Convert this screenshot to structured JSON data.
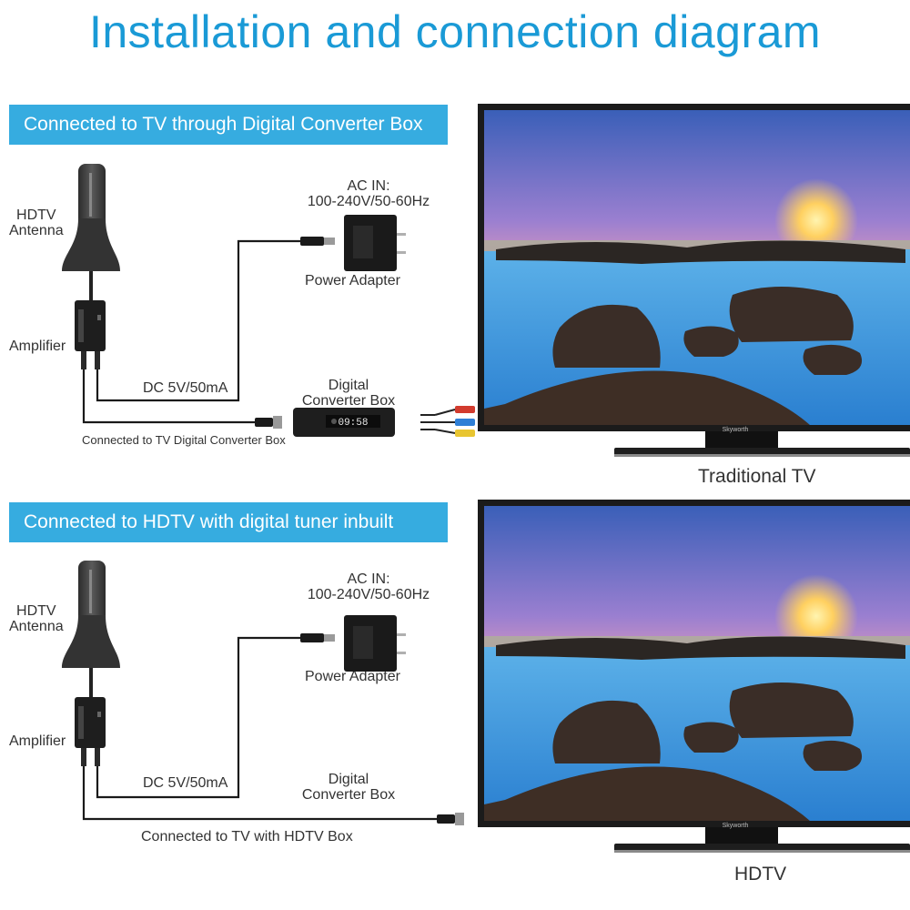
{
  "title": "Installation and connection diagram",
  "colors": {
    "title": "#1a9ad6",
    "band": "#36ace0",
    "screen_frame": "#1b1b1b"
  },
  "sections": [
    {
      "header": "Connected to TV through Digital Converter Box",
      "antenna": "HDTV\nAntenna",
      "amplifier": "Amplifier",
      "ac_in": "AC IN:\n100-240V/50-60Hz",
      "power_adapter": "Power Adapter",
      "dc": "DC 5V/50mA",
      "converter": "Digital\nConverter Box",
      "box_display": "09:58",
      "cable_label": "Connected to TV Digital Converter Box",
      "tv_label": "Traditional TV",
      "tv_brand": "Skyworth"
    },
    {
      "header": "Connected to HDTV with digital tuner inbuilt",
      "antenna": "HDTV\nAntenna",
      "amplifier": "Amplifier",
      "ac_in": "AC IN:\n100-240V/50-60Hz",
      "power_adapter": "Power Adapter",
      "dc": "DC 5V/50mA",
      "converter": "Digital\nConverter Box",
      "cable_label": "Connected to TV with HDTV Box",
      "tv_label": "HDTV",
      "tv_brand": "Skyworth"
    }
  ]
}
